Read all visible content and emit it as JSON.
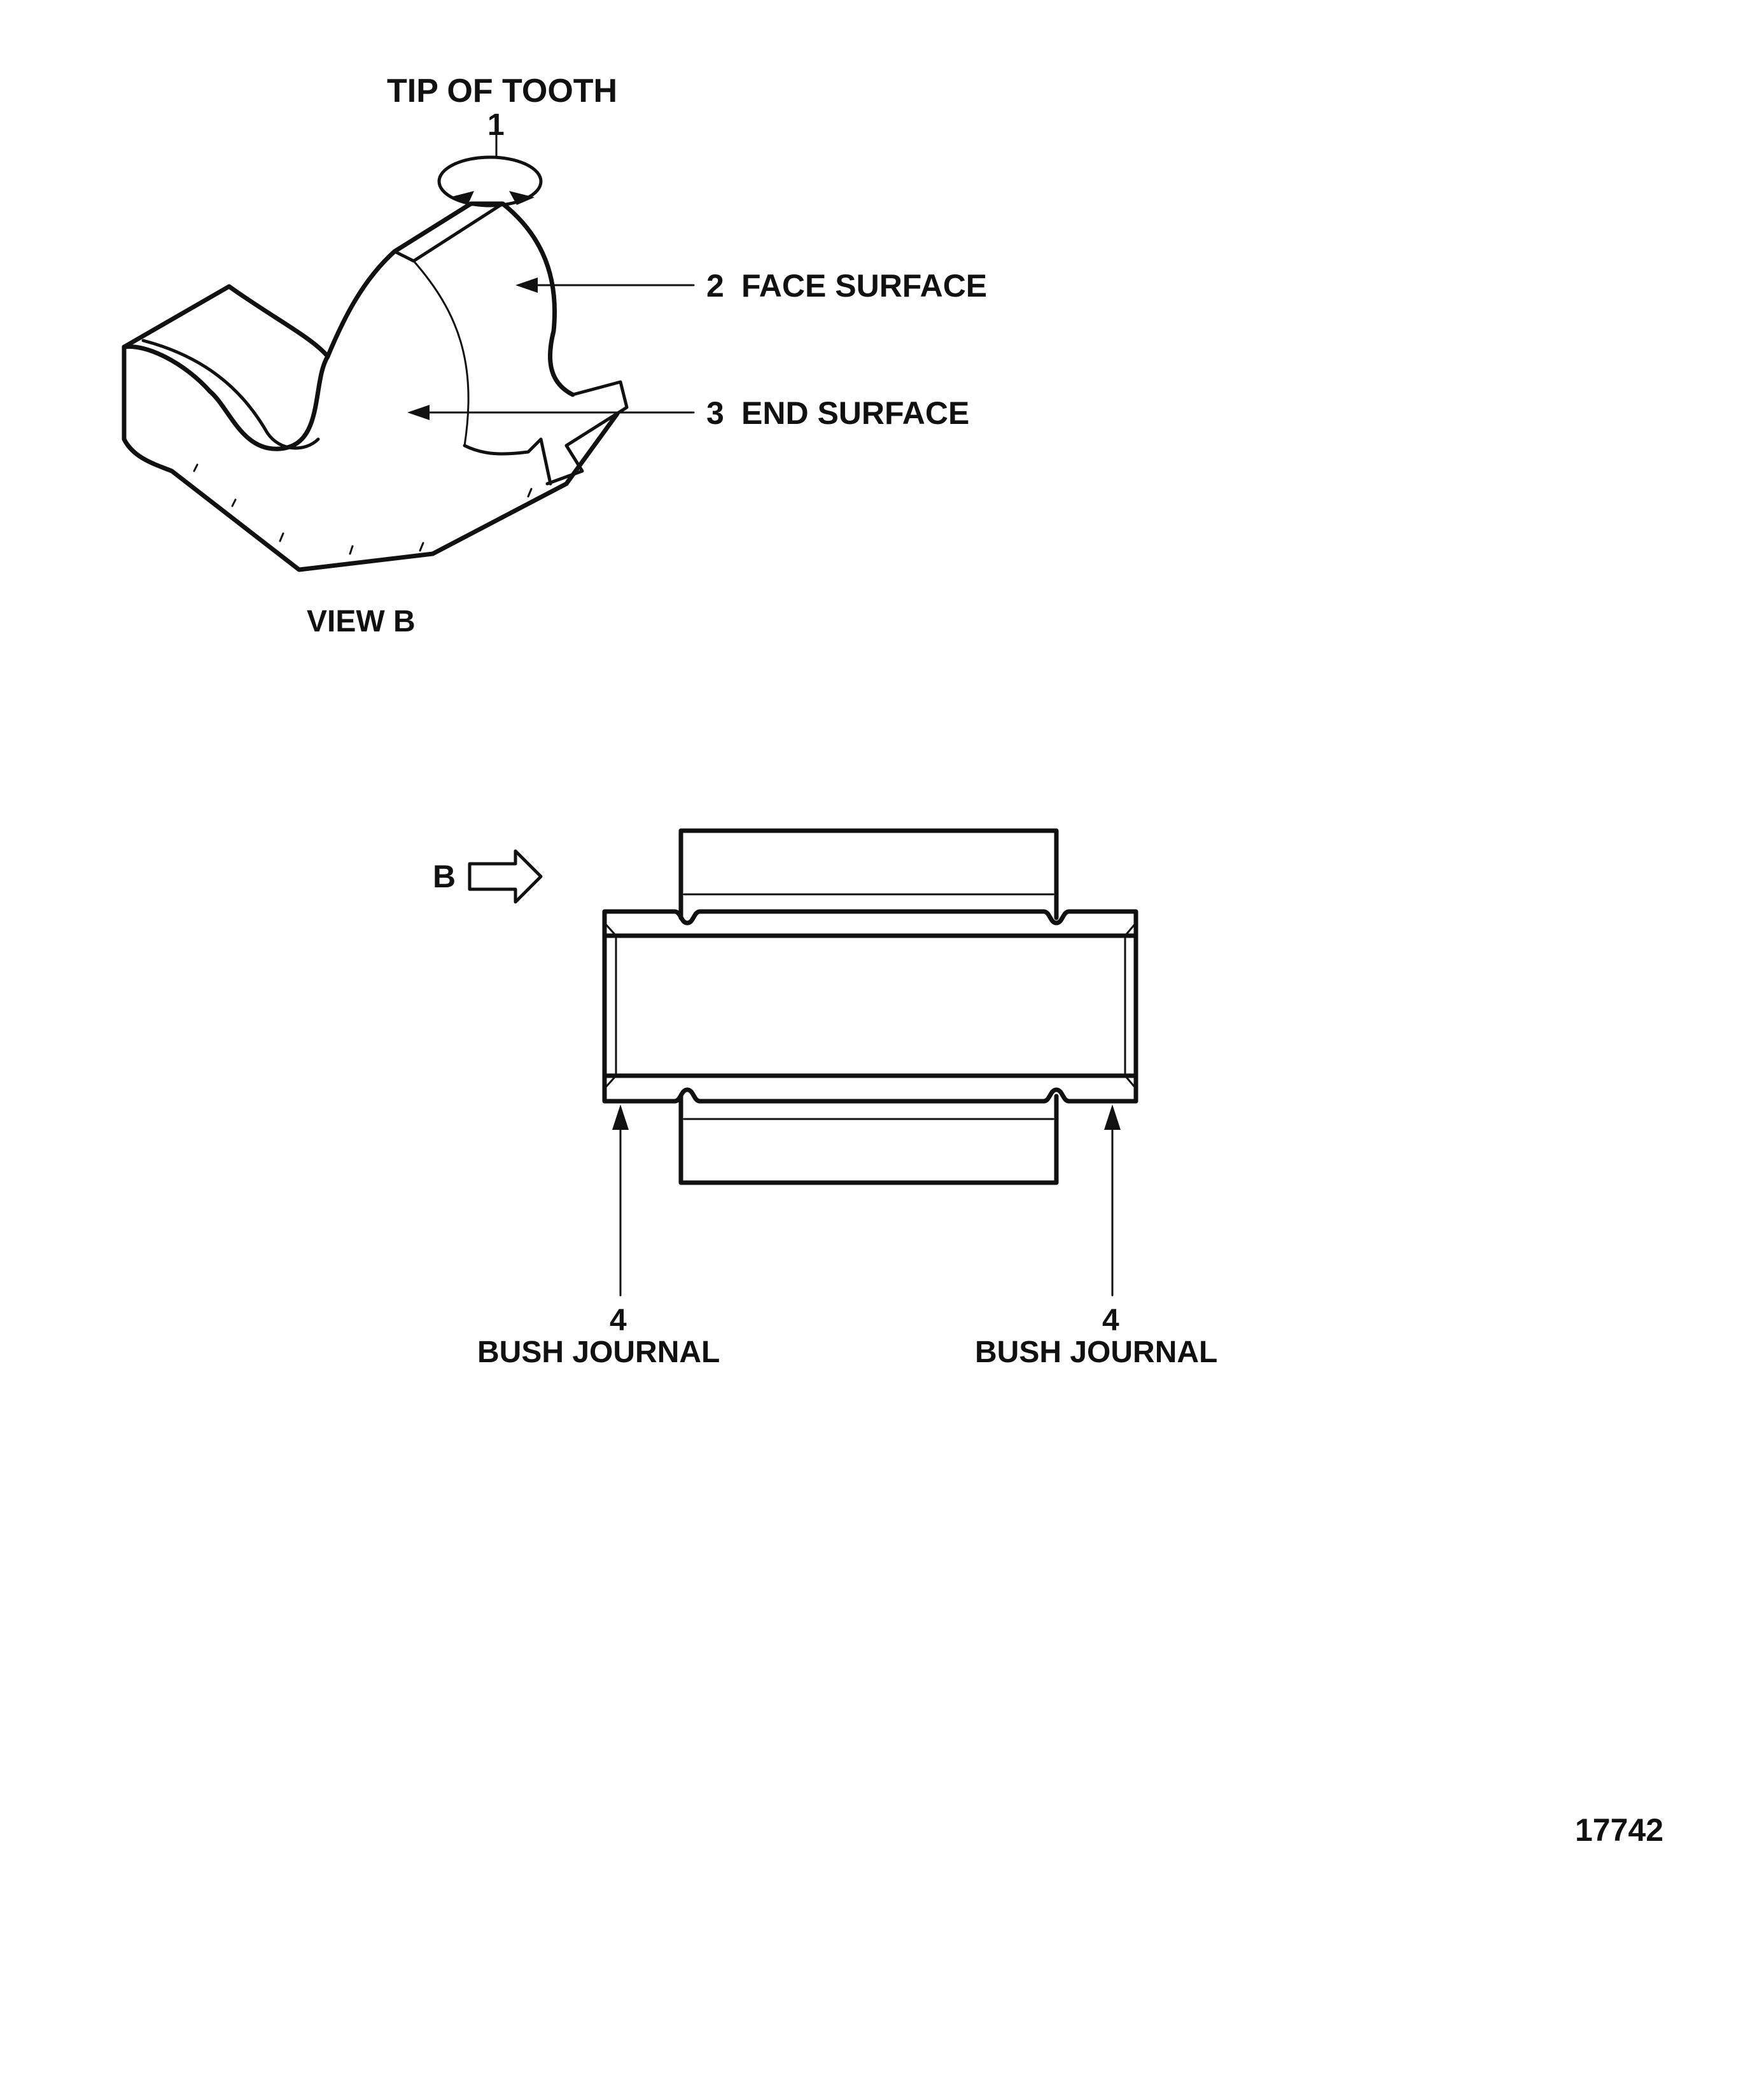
{
  "figure": {
    "tip_of_tooth": "TIP OF TOOTH",
    "callout_1": "1",
    "callout_2": "2",
    "face_surface": "FACE SURFACE",
    "callout_3": "3",
    "end_surface": "END SURFACE",
    "view_b": "VIEW B",
    "arrow_b": "B",
    "left_journal_number": "4",
    "left_journal_label": "BUSH JOURNAL",
    "right_journal_number": "4",
    "right_journal_label": "BUSH JOURNAL",
    "figure_number": "17742"
  },
  "colors": {
    "ink": "#111111",
    "paper": "#ffffff"
  }
}
